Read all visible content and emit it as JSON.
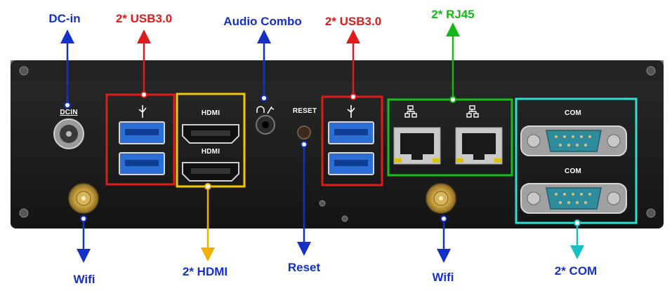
{
  "labels": {
    "dc_in": "DC-in",
    "usb_left": "2* USB3.0",
    "audio": "Audio Combo",
    "usb_right": "2* USB3.0",
    "rj45": "2* RJ45",
    "wifi_left": "Wifi",
    "hdmi": "2* HDMI",
    "reset": "Reset",
    "wifi_right": "Wifi",
    "com": "2* COM"
  },
  "panel_markings": {
    "dcin": "DCIN",
    "hdmi_top": "HDMI",
    "hdmi_bottom": "HDMI",
    "reset": "RESET",
    "com_top": "COM",
    "com_bottom": "COM"
  },
  "icons": [
    "usb-icon",
    "audio-combo-icon",
    "lan-icon"
  ],
  "colors": {
    "blue": "#1530c8",
    "red": "#e01b1b",
    "green": "#16b816",
    "yellow": "#f0b000",
    "cyan": "#18c0c0",
    "chassis": "#1c1c1c"
  }
}
